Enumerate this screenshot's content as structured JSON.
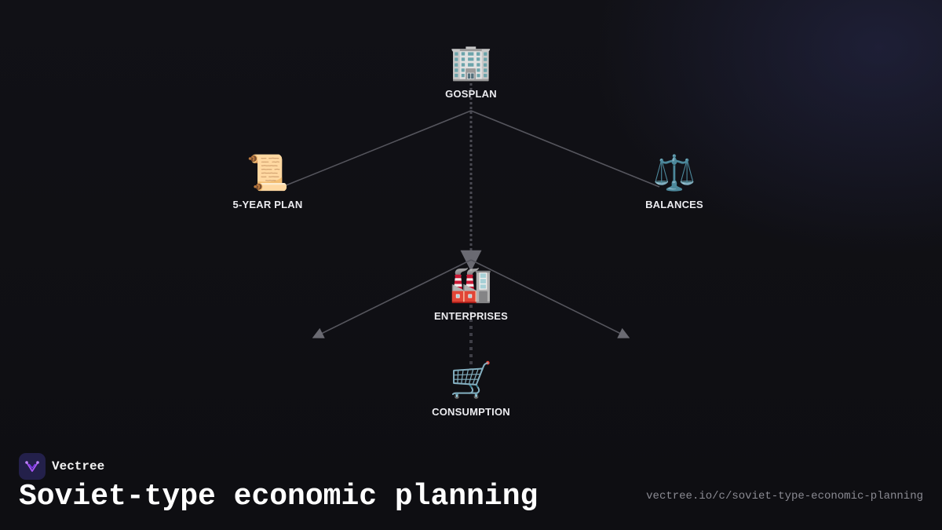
{
  "diagram": {
    "nodes": [
      {
        "id": "gosplan",
        "label": "GOSPLAN",
        "icon": "office-building-icon",
        "glyph": "🏢"
      },
      {
        "id": "plan",
        "label": "5-YEAR PLAN",
        "icon": "scroll-icon",
        "glyph": "📜"
      },
      {
        "id": "balances",
        "label": "BALANCES",
        "icon": "balance-scale-icon",
        "glyph": "⚖️"
      },
      {
        "id": "enterprises",
        "label": "ENTERPRISES",
        "icon": "factory-icon",
        "glyph": "🏭"
      },
      {
        "id": "consumption",
        "label": "CONSUMPTION",
        "icon": "shopping-cart-icon",
        "glyph": "🛒"
      }
    ],
    "edges": [
      {
        "from": "gosplan",
        "to": "plan",
        "style": "solid"
      },
      {
        "from": "gosplan",
        "to": "balances",
        "style": "solid"
      },
      {
        "from": "gosplan",
        "to": "enterprises",
        "style": "dotted",
        "arrow": true
      },
      {
        "from": "enterprises",
        "to": "left-output",
        "style": "solid",
        "arrow": true
      },
      {
        "from": "enterprises",
        "to": "right-output",
        "style": "solid",
        "arrow": true
      },
      {
        "from": "enterprises",
        "to": "consumption",
        "style": "dotted"
      }
    ]
  },
  "brand": {
    "name": "Vectree",
    "logo_icon": "vectree-logo-icon"
  },
  "title": "Soviet-type economic planning",
  "url": "vectree.io/c/soviet-type-economic-planning",
  "colors": {
    "background": "#0f0f13",
    "edge": "#5c5c64",
    "label": "#ececf0",
    "brand_logo_bg": "#23204a",
    "brand_logo_mark": "#a855f7"
  }
}
